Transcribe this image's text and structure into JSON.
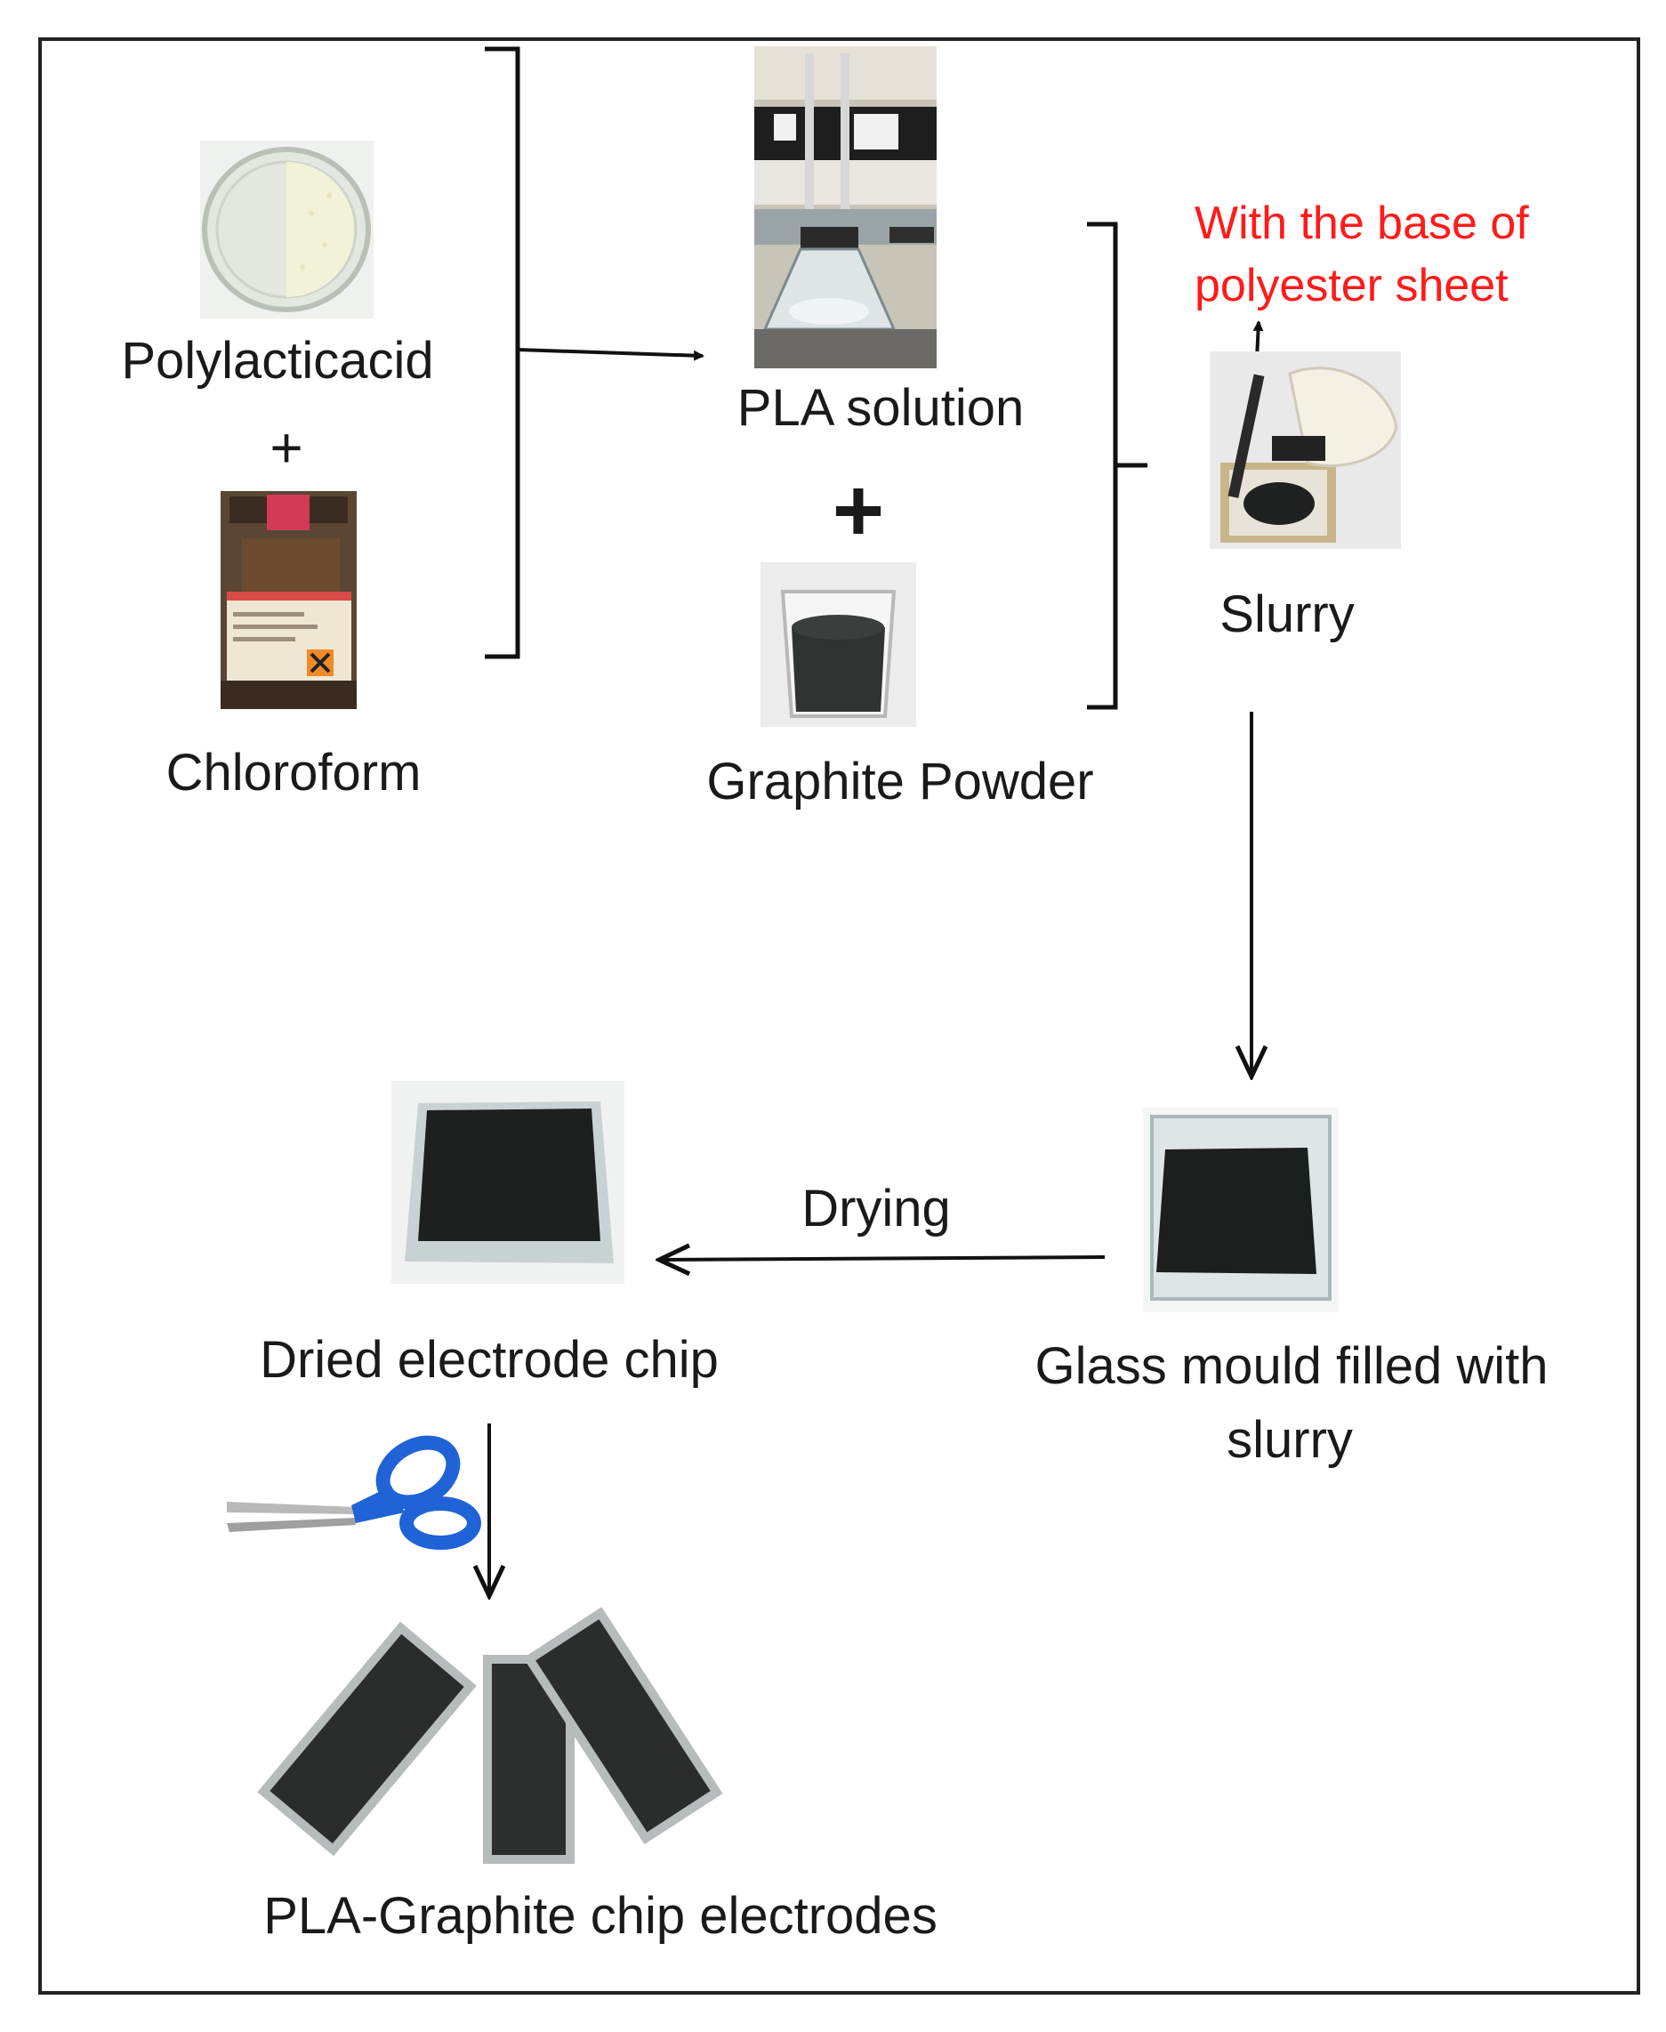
{
  "labels": {
    "polylactic_acid": "Polylacticacid",
    "plus_small": "+",
    "chloroform": "Chloroform",
    "pla_solution": "PLA solution",
    "plus_large": "+",
    "graphite_powder": "Graphite Powder",
    "note_line1": "With the base of",
    "note_line2": "polyester sheet",
    "slurry": "Slurry",
    "drying": "Drying",
    "glass_mould_line1": "Glass mould filled with",
    "glass_mould_line2": "slurry",
    "dried_chip": "Dried electrode chip",
    "final_product": "PLA-Graphite chip electrodes"
  },
  "colors": {
    "text": "#1a1a1a",
    "note": "#ff1a1a",
    "line": "#111111",
    "graphite": "#2a2d2a",
    "scissors_handle": "#1f63d6"
  },
  "icons": [
    "petri-dish-photo",
    "chloroform-bottle-photo",
    "pla-solution-setup-photo",
    "graphite-beaker-photo",
    "slurry-spreading-photo",
    "glass-mould-photo",
    "dried-chip-photo",
    "scissors-icon",
    "electrode-strips-photo"
  ]
}
